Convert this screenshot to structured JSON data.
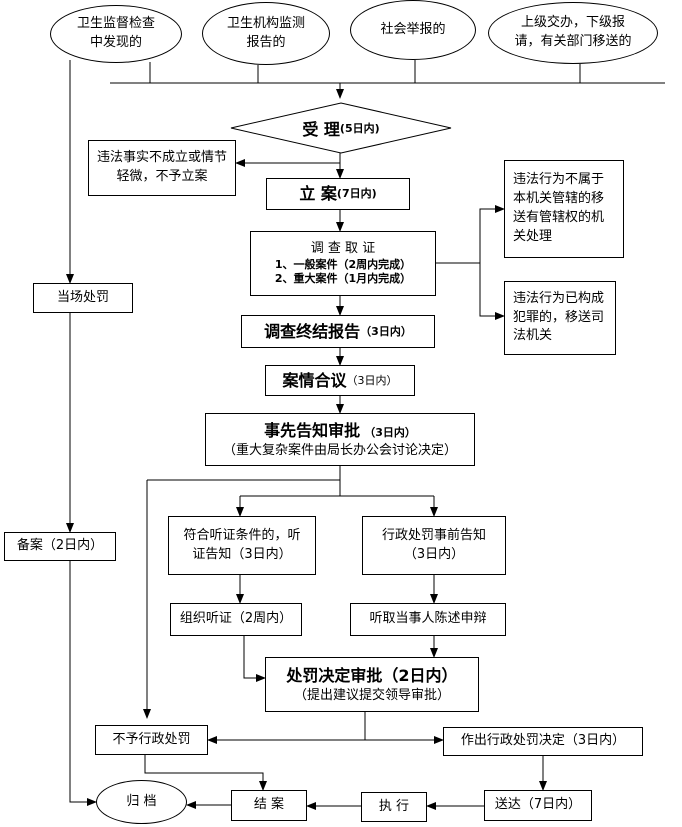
{
  "sources": {
    "s1": "卫生监督检查中发现的",
    "s2": "卫生机构监测报告的",
    "s3": "社会举报的",
    "s4": "上级交办，下级报请，有关部门移送的"
  },
  "accept": {
    "title": "受 理",
    "limit": "(5日内)"
  },
  "no_case": "违法事实不成立或情节轻微，不予立案",
  "file_case": {
    "title": "立 案",
    "limit": "(7日内)"
  },
  "investigate": {
    "title": "调 查 取 证",
    "line1": "1、一般案件（2周内完成）",
    "line2": "2、重大案件（1月内完成）"
  },
  "transfer_agency": "违法行为不属于本机关管辖的移送有管辖权的机关处理",
  "transfer_judicial": "违法行为已构成犯罪的，移送司法机关",
  "on_spot": "当场处罚",
  "final_report": {
    "title": "调查终结报告",
    "limit": "（3日内）"
  },
  "case_discussion": {
    "title": "案情合议",
    "limit": "（3日内）"
  },
  "prior_notice": {
    "title": "事先告知审批",
    "limit": "（3日内）",
    "note": "（重大复杂案件由局长办公会讨论决定）"
  },
  "filing": "备案（2日内）",
  "hearing_notice": {
    "line1": "符合听证条件的，听",
    "line2": "证告知（3日内）"
  },
  "penalty_notice": {
    "line1": "行政处罚事前告知",
    "line2": "（3日内）"
  },
  "organize_hearing": "组织听证（2周内）",
  "hear_statement": "听取当事人陈述申辩",
  "decision_approval": {
    "title": "处罚决定审批（2日内）",
    "note": "（提出建议提交领导审批）"
  },
  "no_penalty": "不予行政处罚",
  "make_decision": "作出行政处罚决定（3日内）",
  "archive": "归 档",
  "close_case": "结 案",
  "execute": "执 行",
  "deliver": "送达（7日内）"
}
